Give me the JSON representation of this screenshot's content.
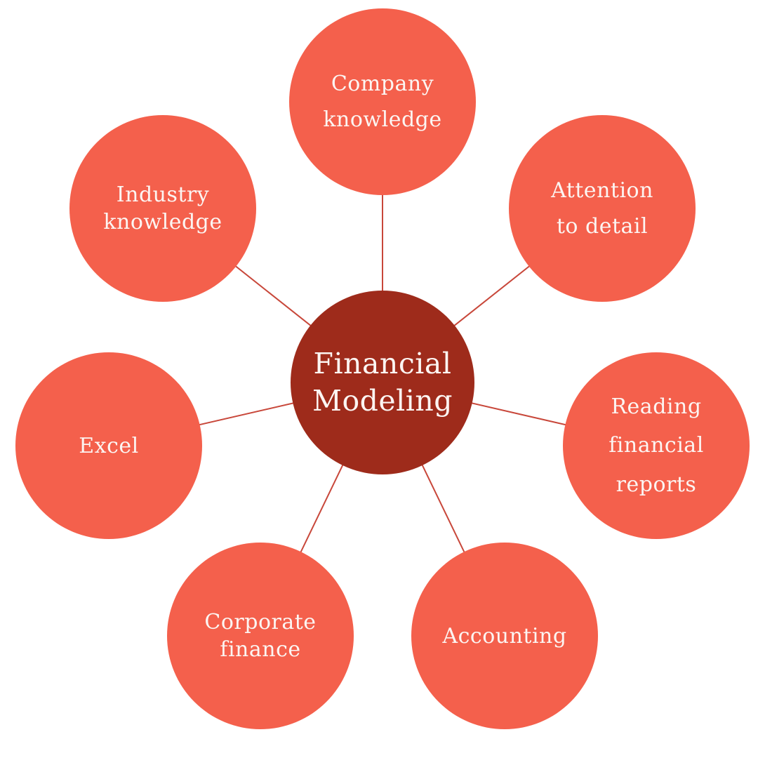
{
  "diagram": {
    "center": {
      "id": "financial-modeling",
      "lines": [
        "Financial",
        "Modeling"
      ]
    },
    "nodes": [
      {
        "id": "company-knowledge",
        "lines": [
          "Company",
          "knowledge"
        ]
      },
      {
        "id": "attention-to-detail",
        "lines": [
          "Attention",
          "to detail"
        ]
      },
      {
        "id": "reading-financial-reports",
        "lines": [
          "Reading",
          "financial",
          "reports"
        ]
      },
      {
        "id": "accounting",
        "lines": [
          "Accounting"
        ]
      },
      {
        "id": "corporate-finance",
        "lines": [
          "Corporate",
          "finance"
        ]
      },
      {
        "id": "excel",
        "lines": [
          "Excel"
        ]
      },
      {
        "id": "industry-knowledge",
        "lines": [
          "Industry",
          "knowledge"
        ]
      }
    ],
    "colors": {
      "background": "#ffffff",
      "node_fill": "#f4604c",
      "center_fill": "#9e2b1b",
      "connector": "#c8473a",
      "text": "#fcf5f2"
    }
  }
}
